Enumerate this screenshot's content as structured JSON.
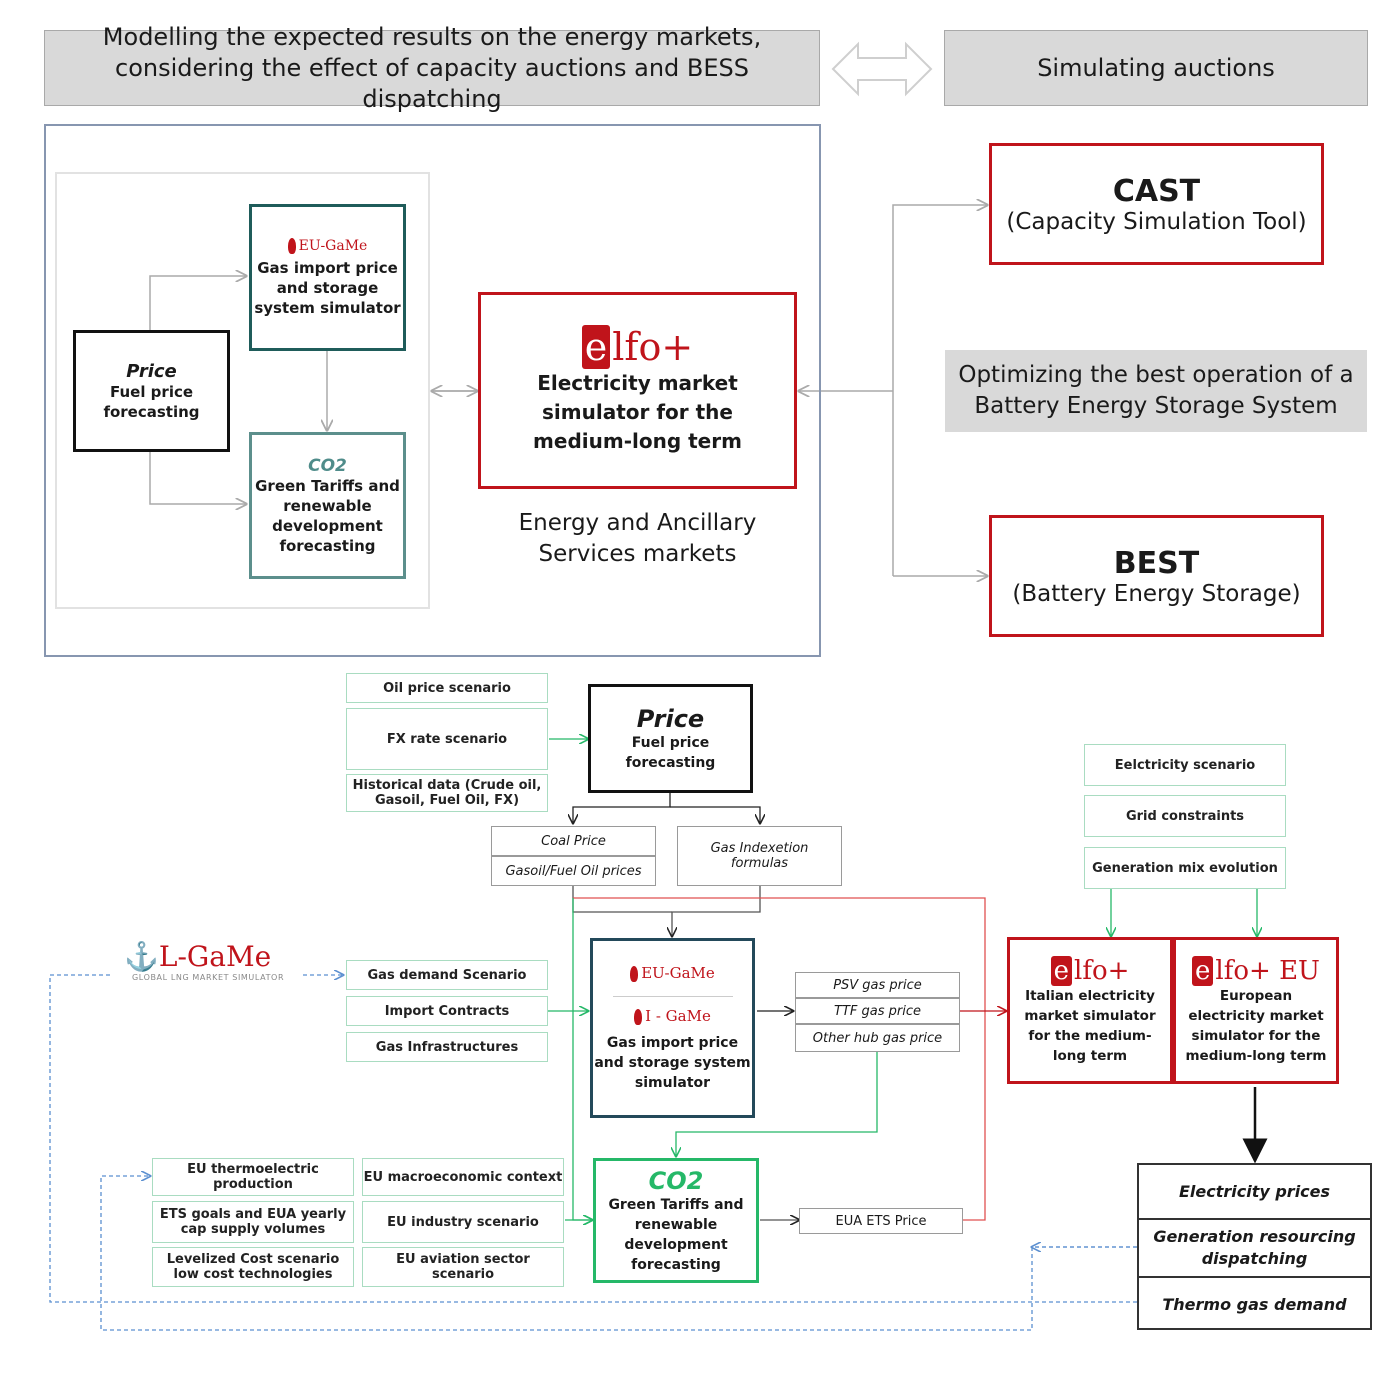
{
  "top": {
    "banner_left": "Modelling the expected results on the energy markets, considering the effect of capacity auctions and BESS dispatching",
    "banner_right": "Simulating auctions",
    "price_box": {
      "title": "Price",
      "subtitle": "Fuel price forecasting"
    },
    "eugame_box": {
      "logo": "EU-GaMe",
      "text": "Gas import price and storage system simulator"
    },
    "co2_box": {
      "title": "CO2",
      "text": "Green Tariffs and renewable development forecasting"
    },
    "elfo_box": {
      "logo": "lfo+",
      "text": "Electricity market simulator for the medium-long term"
    },
    "elfo_caption": "Energy and Ancillary Services markets",
    "cast": {
      "title": "CAST",
      "subtitle": "(Capacity Simulation Tool)"
    },
    "optimizing": "Optimizing the best operation of a Battery Energy Storage System",
    "best": {
      "title": "BEST",
      "subtitle": "(Battery Energy Storage)"
    }
  },
  "bottom": {
    "inputs_price": [
      "Oil price scenario",
      "FX rate scenario",
      "Historical data (Crude oil, Gasoil, Fuel Oil, FX)"
    ],
    "price_box": {
      "title": "Price",
      "subtitle": "Fuel price forecasting"
    },
    "coal_price": "Coal Price",
    "gasoil_prices": "Gasoil/Fuel Oil prices",
    "gas_index": "Gas Indexetion formulas",
    "lgame_logo": "L-GaMe",
    "lgame_sub": "GLOBAL LNG MARKET SIMULATOR",
    "inputs_gas": [
      "Gas demand Scenario",
      "Import Contracts",
      "Gas Infrastructures"
    ],
    "gas_box": {
      "logo1": "EU-GaMe",
      "logo2": "I - GaMe",
      "text": "Gas import price and storage system simulator"
    },
    "gas_outputs": [
      "PSV gas price",
      "TTF gas price",
      "Other hub gas price"
    ],
    "inputs_elec": [
      "Eelctricity scenario",
      "Grid constraints",
      "Generation mix evolution"
    ],
    "elfo_it": {
      "logo": "lfo+",
      "text": "Italian electricity market simulator for the medium-long term"
    },
    "elfo_eu": {
      "logo": "lfo+ EU",
      "text": "European electricity market simulator for the medium-long term"
    },
    "inputs_co2_left": [
      "EU thermoelectric production",
      "ETS goals and EUA yearly cap supply volumes",
      "Levelized Cost scenario low cost technologies"
    ],
    "inputs_co2_right": [
      "EU macroeconomic context",
      "EU industry scenario",
      "EU aviation sector scenario"
    ],
    "co2_box": {
      "title": "CO2",
      "text": "Green Tariffs and renewable development forecasting"
    },
    "eua_price": "EUA ETS Price",
    "outputs": [
      "Electricity prices",
      "Generation resourcing dispatching",
      "Thermo gas demand"
    ]
  },
  "colors": {
    "red": "#c0141b",
    "teal": "#1f5c5a",
    "green": "#25b868",
    "gray": "#d9d9d9"
  }
}
